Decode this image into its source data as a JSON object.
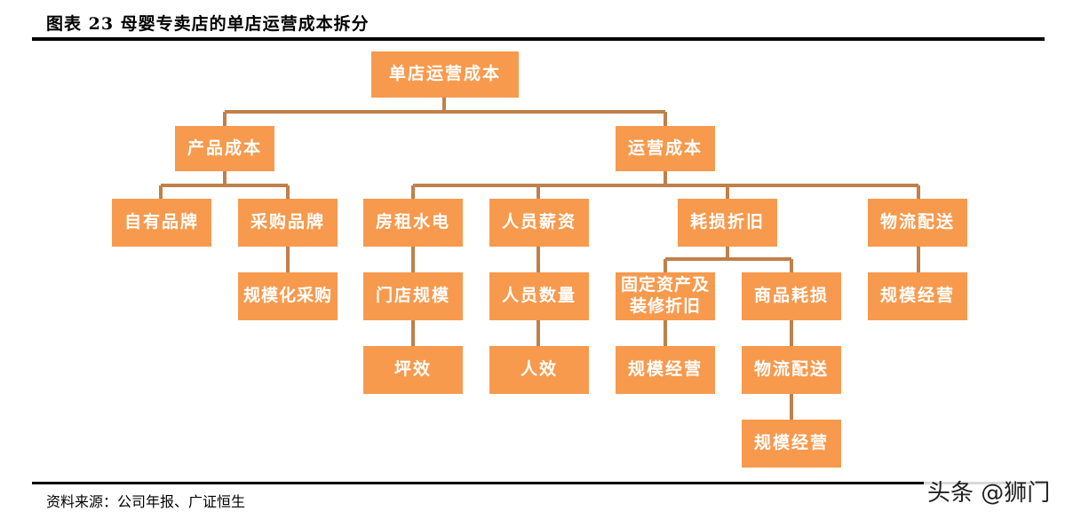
{
  "header": {
    "title": "图表 23 母婴专卖店的单店运营成本拆分"
  },
  "footer": {
    "source": "资料来源：公司年报、广证恒生"
  },
  "watermark": "头条 @狮门",
  "colors": {
    "box_fill": "#F79A4E",
    "connector": "#C0804A",
    "rule": "#000000"
  },
  "tree": {
    "root": "单店运营成本",
    "product_cost": "产品成本",
    "own_brand": "自有品牌",
    "purchased_brand": "采购品牌",
    "scale_procurement": "规模化采购",
    "operating_cost": "运营成本",
    "rent_utilities": "房租水电",
    "store_scale": "门店规模",
    "floor_efficiency": "坪效",
    "staff_salary": "人员薪资",
    "staff_count": "人员数量",
    "staff_efficiency": "人效",
    "depreciation": "耗损折旧",
    "fixed_assets": "固定资产及\n装修折旧",
    "fixed_assets_scale": "规模经营",
    "goods_loss": "商品耗损",
    "goods_logistics": "物流配送",
    "goods_logistics_scale": "规模经营",
    "logistics": "物流配送",
    "logistics_scale": "规模经营"
  }
}
